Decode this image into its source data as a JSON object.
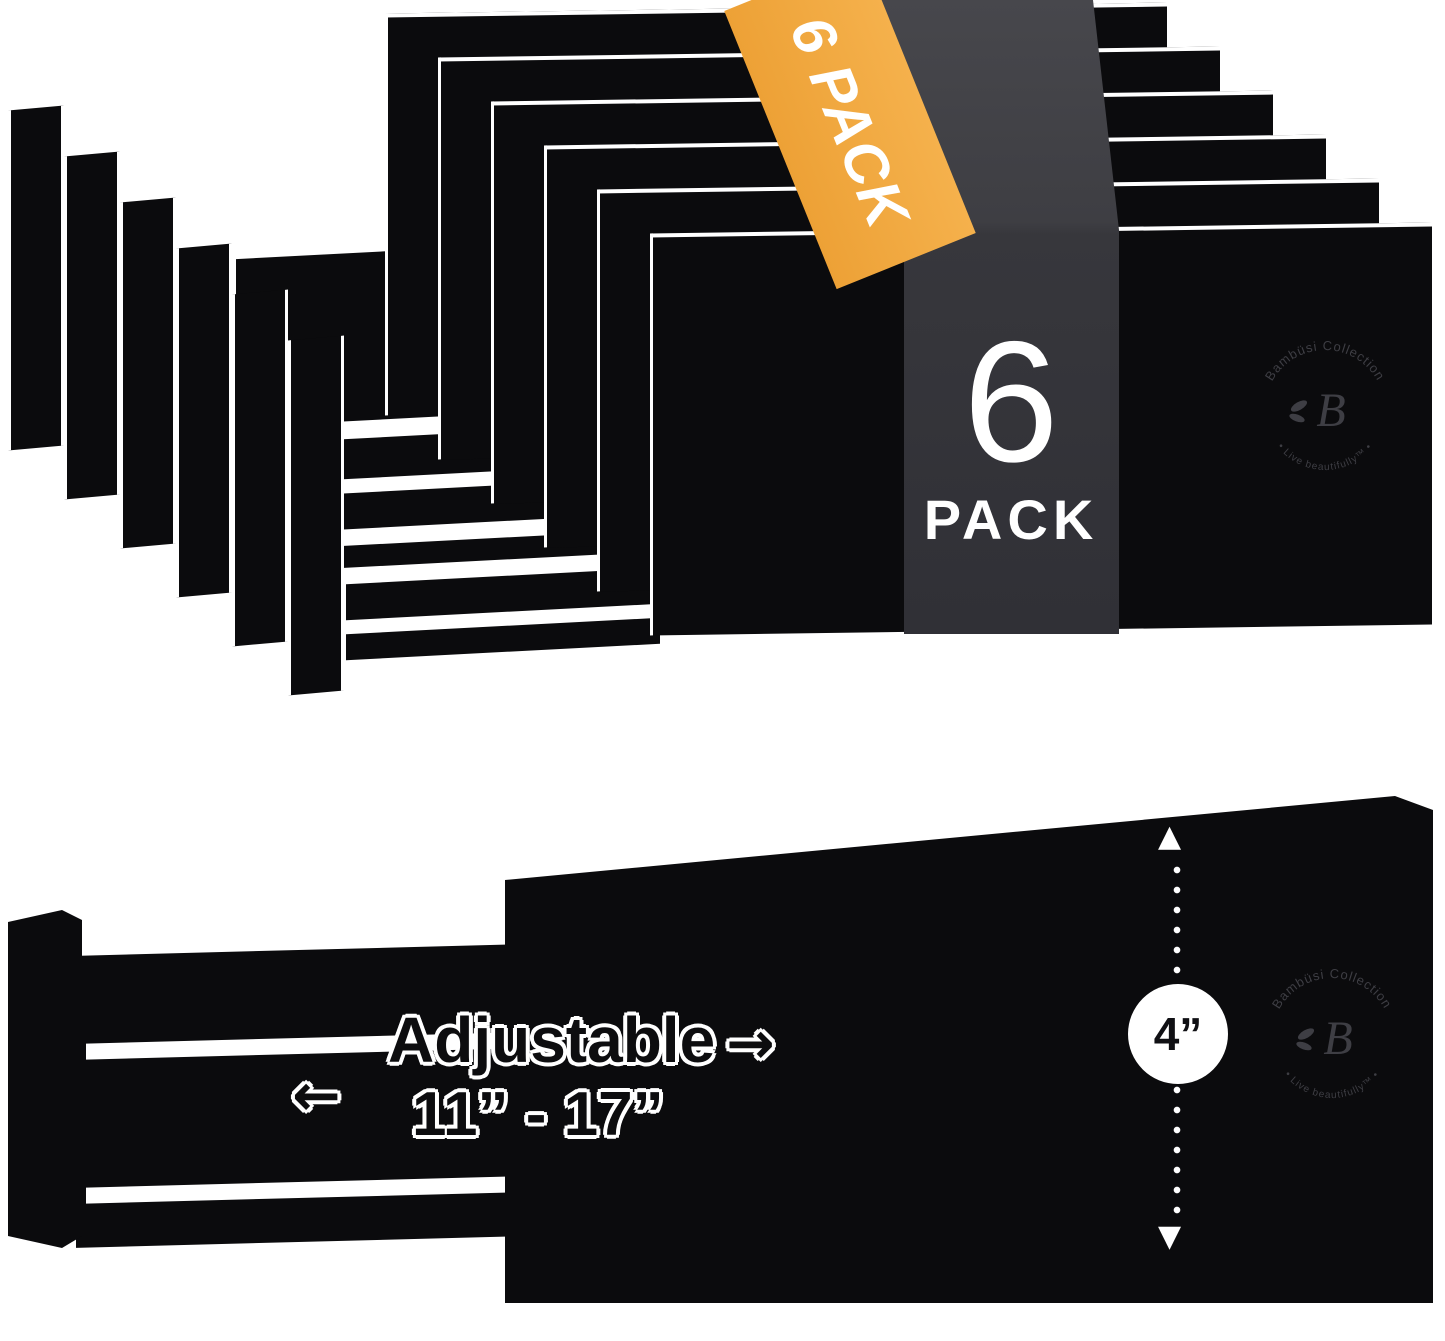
{
  "colors": {
    "product_black": "#0b0b0d",
    "band_gray": "#3a3a3f",
    "sticker_orange": "#f0a73f",
    "text_white": "#ffffff",
    "annotation_black": "#0d0d0f",
    "watermark_gray": "#3e3e44"
  },
  "top_section": {
    "sticker_label": "6 PACK",
    "pack_count": "6",
    "pack_word": "PACK"
  },
  "bottom_section": {
    "adjustable_label": "Adjustable",
    "range_label": "11” - 17”",
    "height_label": "4”"
  },
  "icons": {
    "left_arrow": "←",
    "right_arrow": "→",
    "up_arrow": "▲",
    "down_arrow": "▼"
  },
  "watermark": {
    "brand": "Bambüsi Collection",
    "tagline": "• Live beautifully™ •",
    "monogram": "B"
  }
}
